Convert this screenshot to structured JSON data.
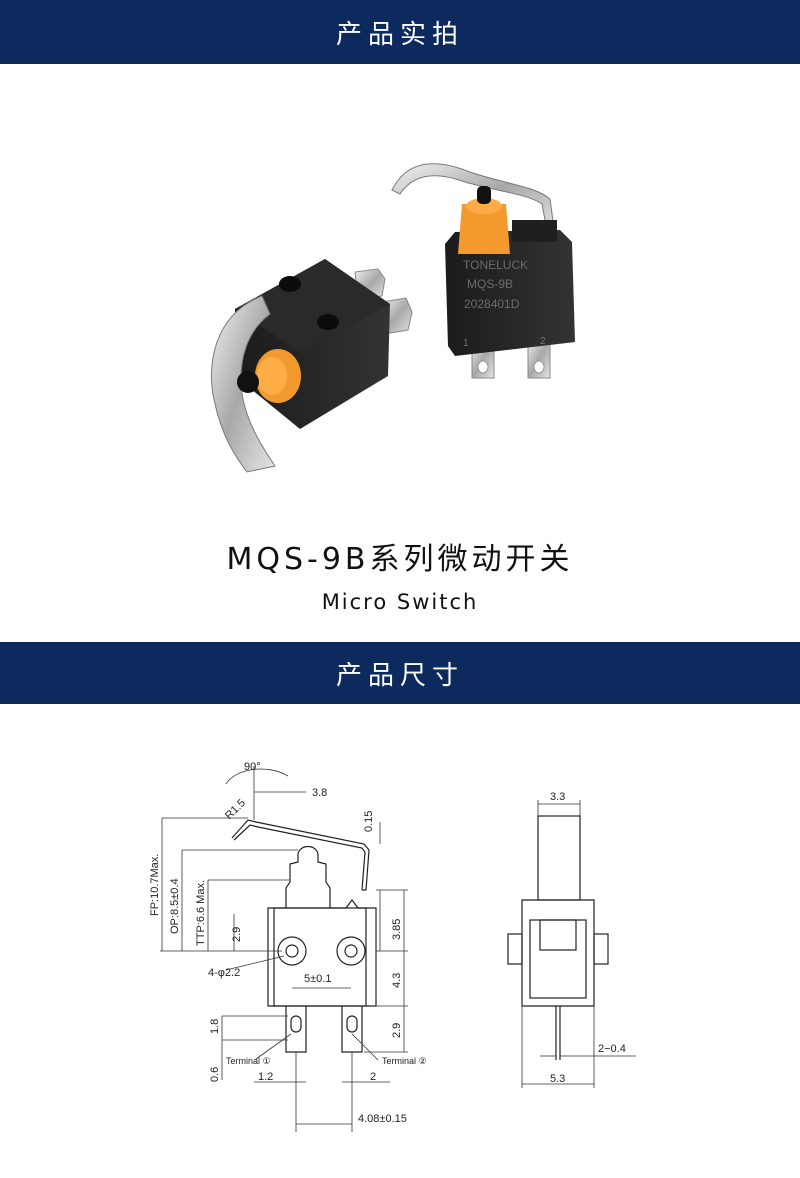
{
  "banners": {
    "photo": "产品实拍",
    "dimensions": "产品尺寸"
  },
  "product": {
    "title": "MQS-9B系列微动开关",
    "subtitle": "Micro Switch"
  },
  "photo_labels": {
    "brand": "TONELUCK",
    "model": "MQS-9B",
    "code": "2028401D",
    "pin1": "1",
    "pin2": "2"
  },
  "dimensions": {
    "angle": "90°",
    "radius": "R1.5",
    "lever_offset": "3.8",
    "lever_thickness": "0.15",
    "free_position": "FP:10.7Max.",
    "operating_position": "OP:8.5±0.4",
    "total_travel_position": "TTP:6.6 Max.",
    "hole_height": "2.9",
    "hole_spec": "4-φ2.2",
    "hole_spacing": "5±0.1",
    "upper_height": "3.85",
    "lower_height": "4.3",
    "terminal_length": "2.9",
    "terminal_slot": "1.8",
    "terminal_slot_width": "0.6",
    "terminal_offset": "1.2",
    "terminal_gap": "2",
    "terminal_pitch": "4.08±0.15",
    "terminal1": "Terminal ①",
    "terminal2": "Terminal ②",
    "side_top_width": "3.3",
    "side_width": "5.3",
    "side_pin": "2−0.4"
  }
}
